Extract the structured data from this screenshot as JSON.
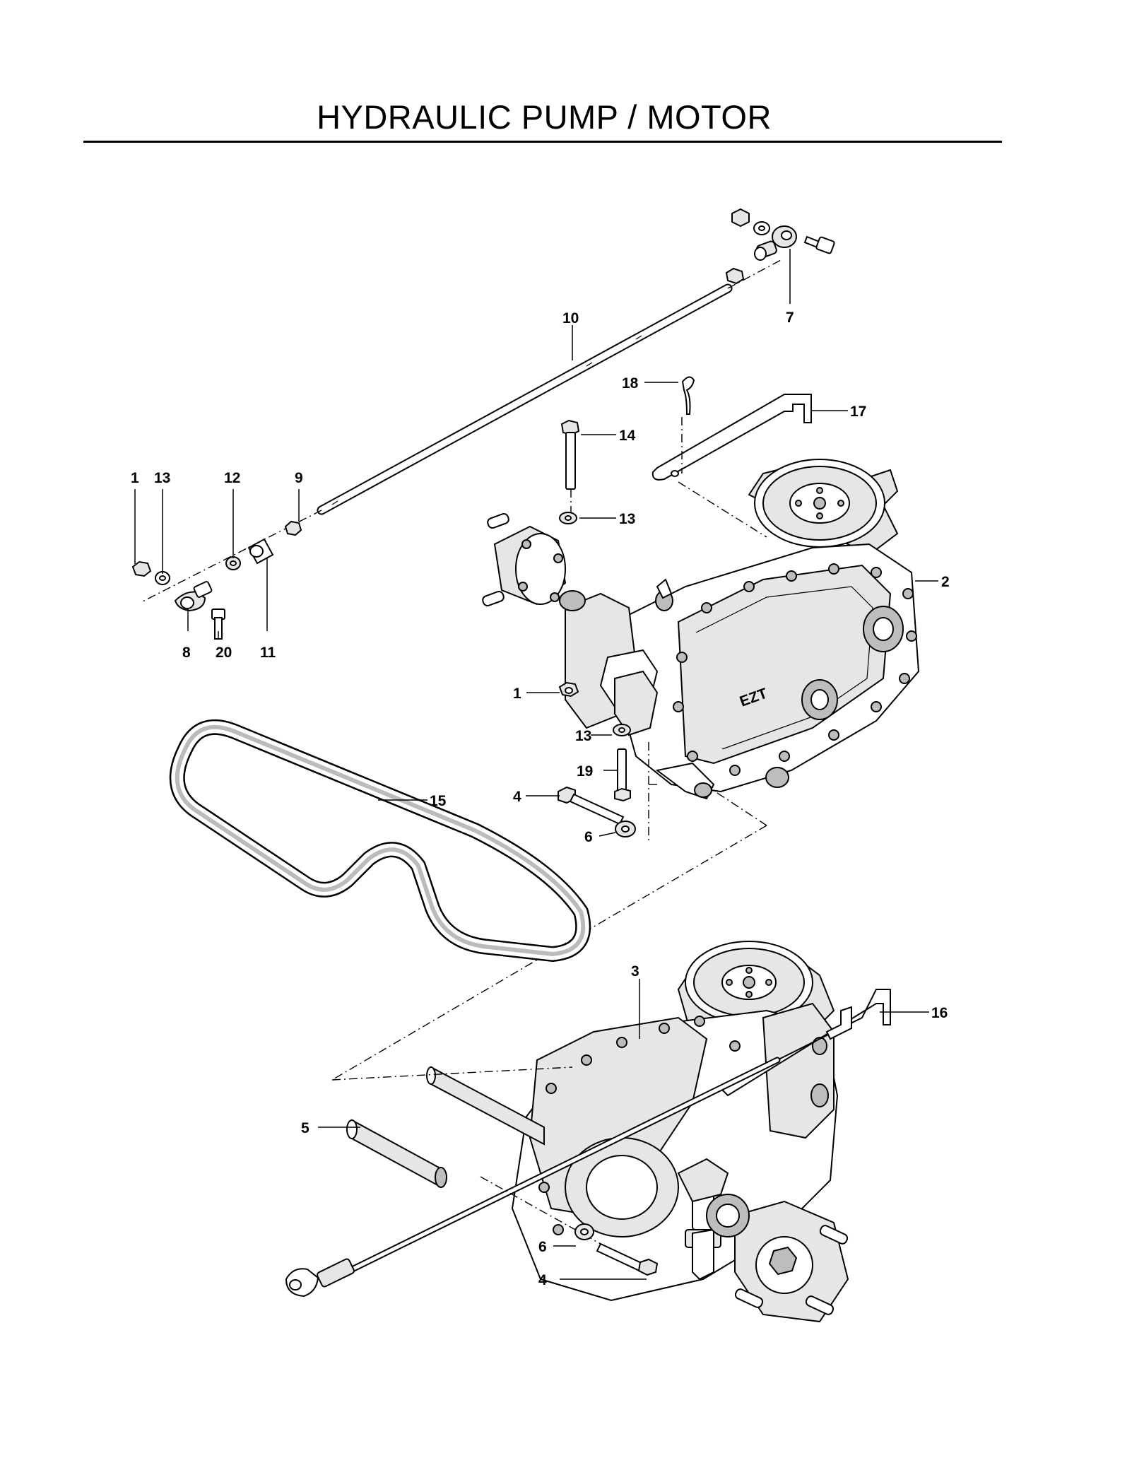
{
  "title": "HYDRAULIC PUMP / MOTOR",
  "callouts": [
    "1",
    "2",
    "3",
    "4",
    "5",
    "6",
    "7",
    "8",
    "9",
    "10",
    "11",
    "12",
    "13",
    "14",
    "15",
    "16",
    "17",
    "18",
    "19",
    "20"
  ],
  "housing_marking": "EZT"
}
